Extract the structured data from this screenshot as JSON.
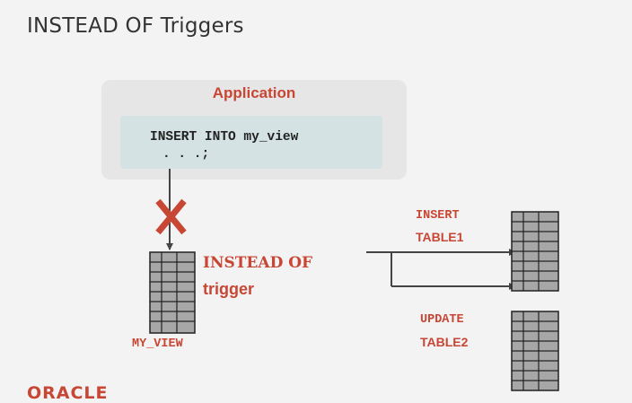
{
  "title": "INSTEAD OF Triggers",
  "application": {
    "label": "Application",
    "code_line1": "INSERT INTO my_view",
    "code_line2": ". . .;"
  },
  "trigger": {
    "label_line1": "INSTEAD OF",
    "label_line2": "trigger",
    "view_name": "MY_VIEW"
  },
  "actions": [
    {
      "verb": "INSERT",
      "table": "TABLE1"
    },
    {
      "verb": "UPDATE",
      "table": "TABLE2"
    }
  ],
  "logo": "ORACLE",
  "colors": {
    "accent": "#c74634",
    "app_box": "#e6e6e6",
    "code_box": "#d4e2e4",
    "arrow": "#444444"
  }
}
